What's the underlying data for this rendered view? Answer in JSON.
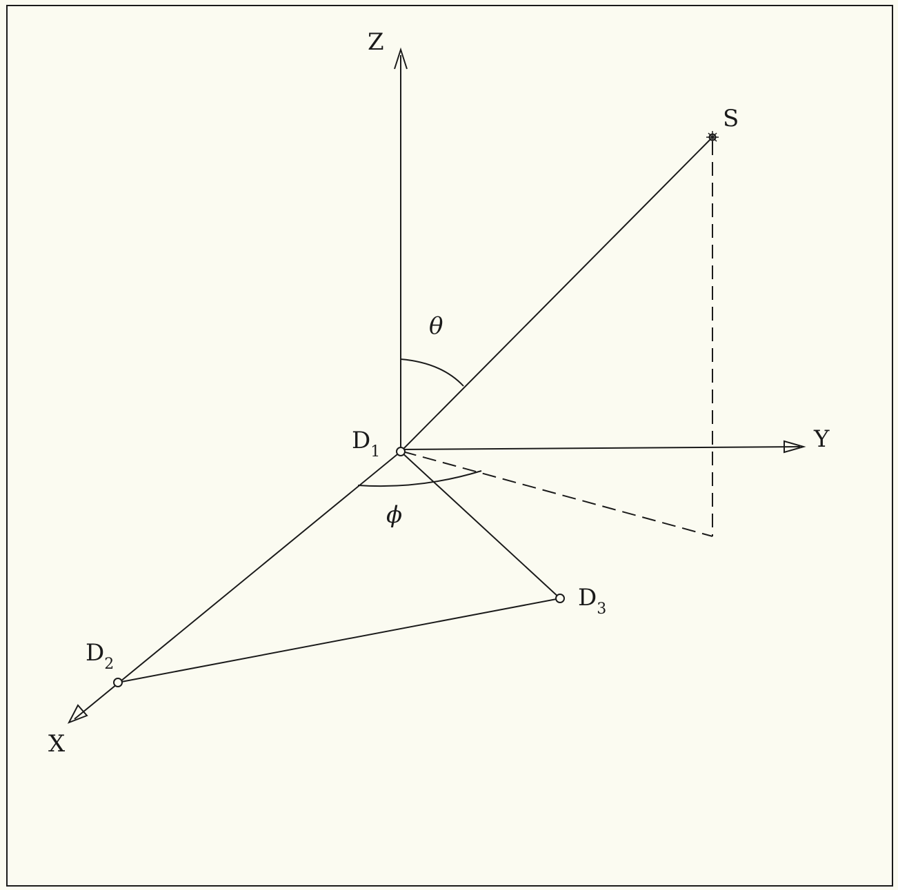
{
  "diagram": {
    "axes": {
      "z_label": "Z",
      "y_label": "Y",
      "x_label": "X"
    },
    "points": {
      "source": "S",
      "d1": {
        "base": "D",
        "sub": "1"
      },
      "d2": {
        "base": "D",
        "sub": "2"
      },
      "d3": {
        "base": "D",
        "sub": "3"
      }
    },
    "angles": {
      "polar": "θ",
      "azimuth": "ϕ"
    },
    "colors": {
      "background": "#fbfbf1",
      "ink": "#1a1a1a"
    }
  }
}
